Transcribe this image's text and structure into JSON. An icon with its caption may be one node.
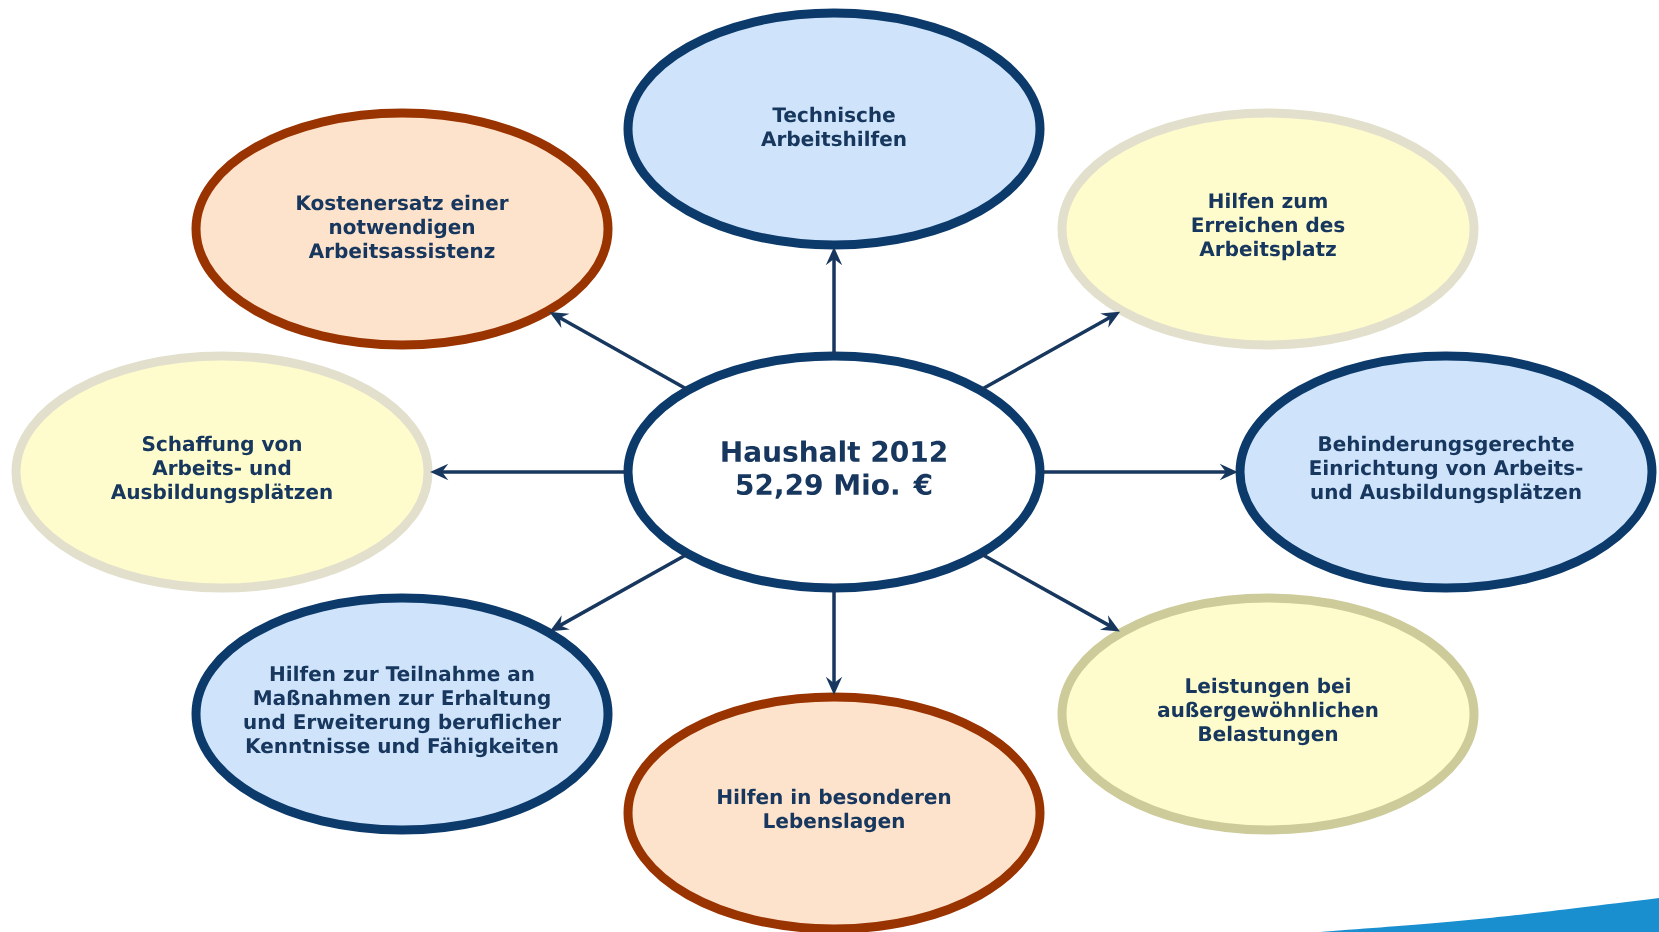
{
  "diagram": {
    "nodes": [
      {
        "text": [
          "Haushalt 2012 52,29 Mio. €"
        ]
      },
      {
        "text": [
          "Technische Arbeitshilfen"
        ]
      },
      {
        "text": [
          "Kostenersatz einer notwendigen Arbeitsassistenz"
        ]
      },
      {
        "text": [
          "Hilfen zum Erreichen des Arbeitsplatz"
        ]
      },
      {
        "text": [
          "Schaffung von Arbeits- und Ausbildungsplätzen"
        ]
      },
      {
        "text": [
          "Behinderungsgerechte Einrichtung von Arbeits- und Ausbildungsplätzen"
        ]
      },
      {
        "text": [
          "Hilfen zur Teilnahme an Maßnahmen zur Erhaltung und Erweiterung beruflicher Kenntnisse und Fähigkeiten"
        ]
      },
      {
        "text": [
          "Leistungen bei außergewöhnlichen Belastungen"
        ]
      },
      {
        "text": [
          "Hilfen in besonderen Lebenslagen"
        ]
      }
    ],
    "edges": [
      {
        "from": 0,
        "to": 1,
        "arrow": "to"
      },
      {
        "from": 0,
        "to": 2,
        "arrow": "to"
      },
      {
        "from": 0,
        "to": 3,
        "arrow": "to"
      },
      {
        "from": 0,
        "to": 4,
        "arrow": "to"
      },
      {
        "from": 0,
        "to": 5,
        "arrow": "to"
      },
      {
        "from": 0,
        "to": 6,
        "arrow": "to"
      },
      {
        "from": 0,
        "to": 7,
        "arrow": "to"
      },
      {
        "from": 0,
        "to": 8,
        "arrow": "to"
      }
    ]
  }
}
